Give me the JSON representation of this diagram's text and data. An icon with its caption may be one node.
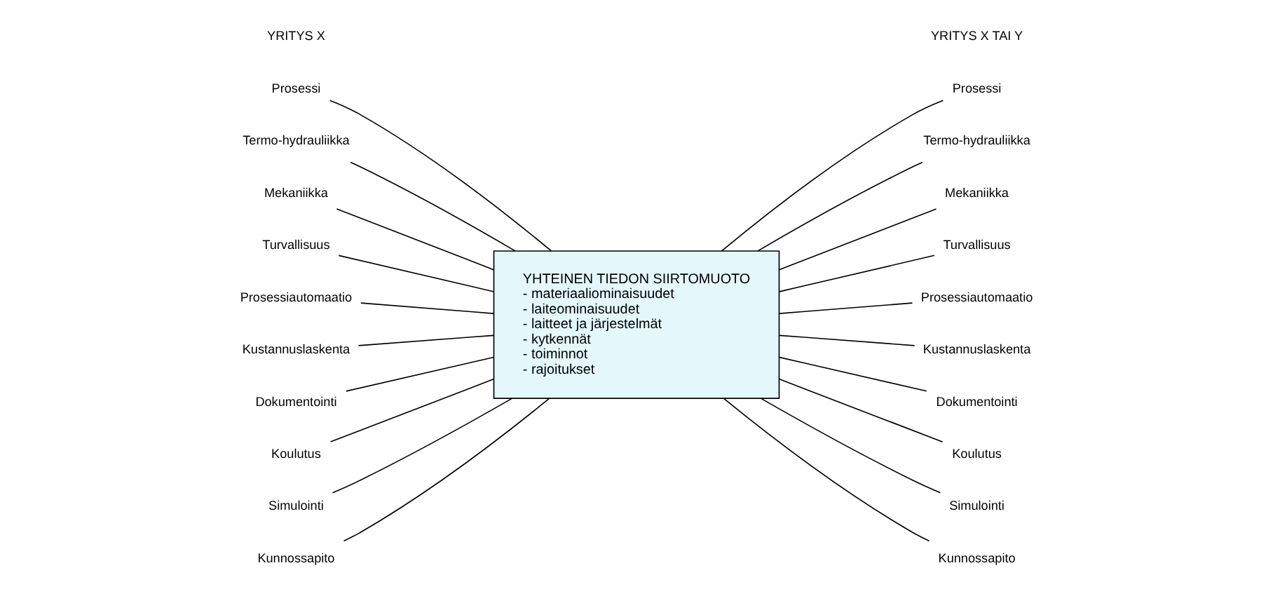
{
  "diagram": {
    "nodes": [
      {
        "text": [
          "Prosessi"
        ]
      },
      {
        "text": [
          "Termo-hydrauliikka"
        ]
      },
      {
        "text": [
          "Mekaniikka"
        ]
      },
      {
        "text": [
          "Turvallisuus"
        ]
      },
      {
        "text": [
          "Prosessiautomaatio"
        ]
      },
      {
        "text": [
          "Kustannuslaskenta"
        ]
      },
      {
        "text": [
          "Dokumentointi"
        ]
      },
      {
        "text": [
          "Koulutus"
        ]
      },
      {
        "text": [
          "Simulointi"
        ]
      },
      {
        "text": [
          "Kunnossapito"
        ]
      },
      {
        "text": [
          "YHTEINEN TIEDON SIIRTOMUOTO",
          "- materiaaliominaisuudet",
          "- laiteominaisuudet",
          "- laitteet ja järjestelmät",
          "- kytkennät",
          "- toiminnot",
          "- rajoitukset"
        ]
      },
      {
        "text": [
          "Prosessi"
        ]
      },
      {
        "text": [
          "Termo-hydrauliikka"
        ]
      },
      {
        "text": [
          "Mekaniikka"
        ]
      },
      {
        "text": [
          "Turvallisuus"
        ]
      },
      {
        "text": [
          "Prosessiautomaatio"
        ]
      },
      {
        "text": [
          "Kustannuslaskenta"
        ]
      },
      {
        "text": [
          "Dokumentointi"
        ]
      },
      {
        "text": [
          "Koulutus"
        ]
      },
      {
        "text": [
          "Simulointi"
        ]
      },
      {
        "text": [
          "Kunnossapito"
        ]
      }
    ],
    "edges": [
      {
        "from": 0,
        "to": 10,
        "arrow": "none"
      },
      {
        "from": 1,
        "to": 10,
        "arrow": "none"
      },
      {
        "from": 2,
        "to": 10,
        "arrow": "none"
      },
      {
        "from": 3,
        "to": 10,
        "arrow": "none"
      },
      {
        "from": 4,
        "to": 10,
        "arrow": "none"
      },
      {
        "from": 5,
        "to": 10,
        "arrow": "none"
      },
      {
        "from": 6,
        "to": 10,
        "arrow": "none"
      },
      {
        "from": 7,
        "to": 10,
        "arrow": "none"
      },
      {
        "from": 8,
        "to": 10,
        "arrow": "none"
      },
      {
        "from": 9,
        "to": 10,
        "arrow": "none"
      },
      {
        "from": 10,
        "to": 11,
        "arrow": "none"
      },
      {
        "from": 10,
        "to": 12,
        "arrow": "none"
      },
      {
        "from": 10,
        "to": 13,
        "arrow": "none"
      },
      {
        "from": 10,
        "to": 14,
        "arrow": "none"
      },
      {
        "from": 10,
        "to": 15,
        "arrow": "none"
      },
      {
        "from": 10,
        "to": 16,
        "arrow": "none"
      },
      {
        "from": 10,
        "to": 17,
        "arrow": "none"
      },
      {
        "from": 10,
        "to": 18,
        "arrow": "none"
      },
      {
        "from": 10,
        "to": 19,
        "arrow": "none"
      },
      {
        "from": 10,
        "to": 20,
        "arrow": "none"
      }
    ],
    "labels": [
      "YRITYS X",
      "YRITYS X TAI Y"
    ]
  }
}
